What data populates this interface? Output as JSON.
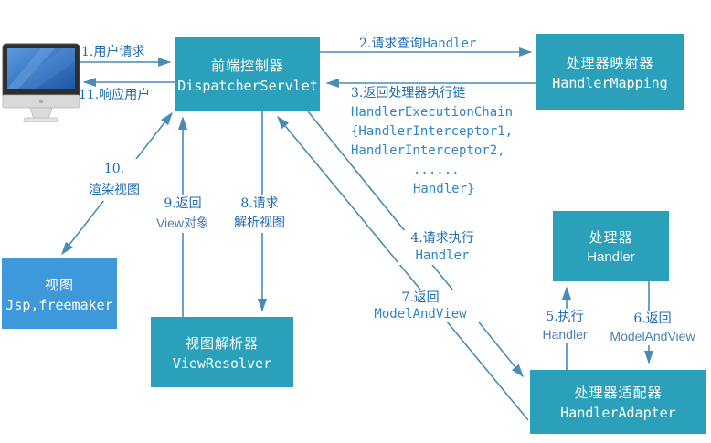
{
  "diagram": {
    "boxes": {
      "dispatcher": {
        "title_cn": "前端控制器",
        "title_en": "DispatcherServlet"
      },
      "handler_mapping": {
        "title_cn": "处理器映射器",
        "title_en": "HandlerMapping"
      },
      "handler": {
        "title_cn": "处理器",
        "title_en": "Handler"
      },
      "handler_adapter": {
        "title_cn": "处理器适配器",
        "title_en": "HandlerAdapter"
      },
      "view_resolver": {
        "title_cn": "视图解析器",
        "title_en": "ViewResolver"
      },
      "view": {
        "title_cn": "视图",
        "title_en": "Jsp,freemaker"
      }
    },
    "labels": {
      "step1": "1.用户请求",
      "step11": "11.响应用户",
      "step2_cn": "2.请求查询",
      "step2_en": "Handler",
      "step3_lines": [
        "3.返回处理器执行链",
        "HandlerExecutionChain",
        "{HandlerInterceptor1,",
        "HandlerInterceptor2,",
        "......",
        "Handler}"
      ],
      "step4_line1": "4.请求执行",
      "step4_line2": "Handler",
      "step5_line1": "5.执行",
      "step5_line2": "Handler",
      "step6_line1": "6.返回",
      "step6_line2": "ModelAndView",
      "step7_line1": "7.返回",
      "step7_line2": "ModelAndView",
      "step8_line1": "8.请求",
      "step8_line2": "解析视图",
      "step9_line1": "9.返回",
      "step9_line2": "View对象",
      "step10_line1": "10.",
      "step10_line2": "渲染视图"
    },
    "icons": {
      "computer": "computer-monitor-icon"
    },
    "colors": {
      "box_teal": "#2BA0BA",
      "box_blue": "#3D99D9",
      "line": "#4A8BB5",
      "label_text": "#1C6BB5",
      "code_text": "#2E86C6",
      "sub_text": "#4D7EB3",
      "box_text": "#FFFFFF"
    }
  }
}
